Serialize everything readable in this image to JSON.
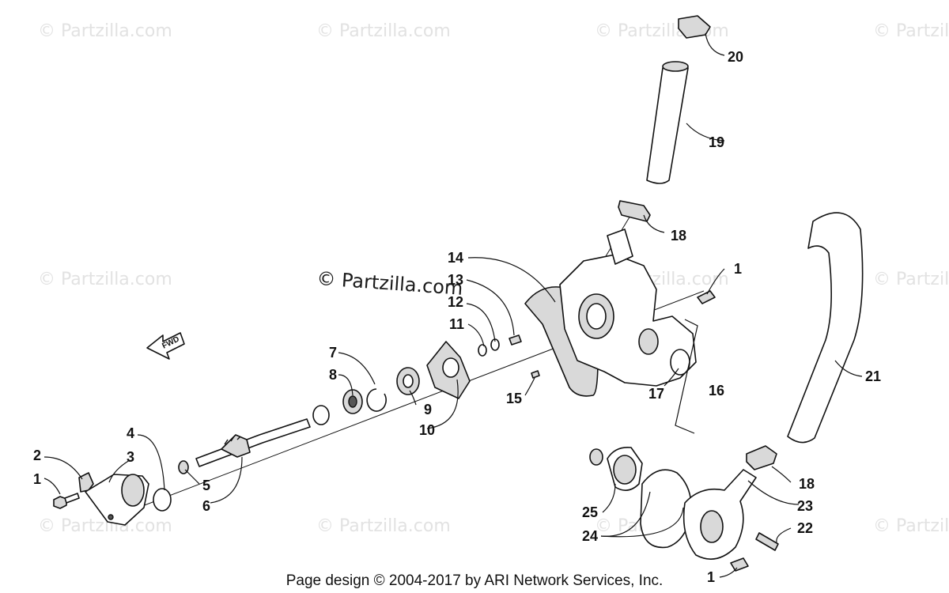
{
  "watermark": "© Partzilla.com",
  "center_watermark": "© Partzilla.com",
  "fwd_label": "FWD",
  "callouts": [
    "1",
    "2",
    "3",
    "4",
    "5",
    "6",
    "7",
    "8",
    "9",
    "10",
    "11",
    "12",
    "13",
    "14",
    "15",
    "16",
    "17",
    "18",
    "19",
    "20",
    "21",
    "22",
    "23",
    "24",
    "25"
  ],
  "footer": "Page design © 2004-2017 by ARI Network Services, Inc."
}
